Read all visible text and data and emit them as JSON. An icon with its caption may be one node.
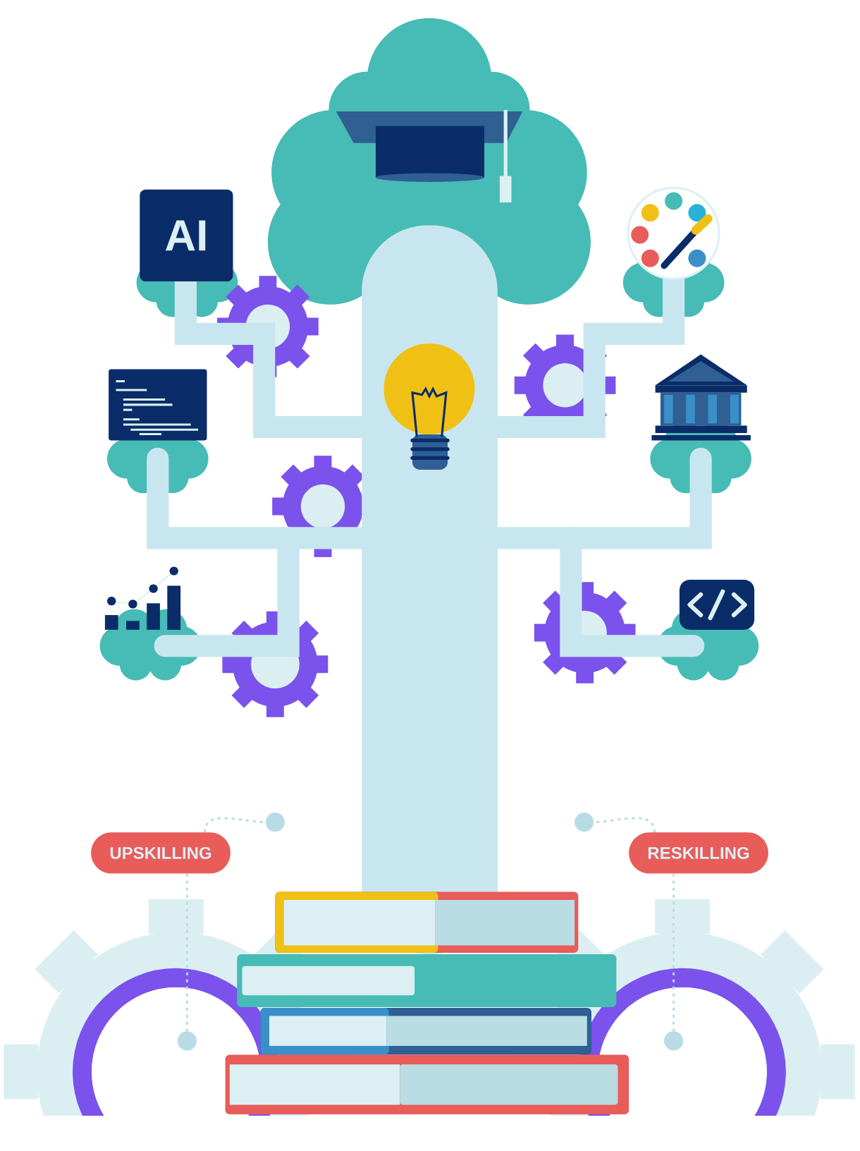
{
  "diagram": {
    "nodes": [
      {
        "text": [
          "UPSKILLING"
        ]
      },
      {
        "text": [
          "RESKILLING"
        ]
      },
      {
        "text": [],
        "shape": "circle"
      },
      {
        "text": [],
        "shape": "circle"
      },
      {
        "text": [],
        "shape": "circle"
      },
      {
        "text": [],
        "shape": "circle"
      }
    ],
    "edges": [
      {
        "from": 0,
        "to": 2,
        "arrow": "none",
        "style": "dashed"
      },
      {
        "from": 0,
        "to": 3,
        "arrow": "none",
        "style": "dashed"
      },
      {
        "from": 1,
        "to": 4,
        "arrow": "none",
        "style": "dashed"
      },
      {
        "from": 1,
        "to": 5,
        "arrow": "none",
        "style": "dashed"
      }
    ],
    "labels": [
      "AI"
    ]
  }
}
